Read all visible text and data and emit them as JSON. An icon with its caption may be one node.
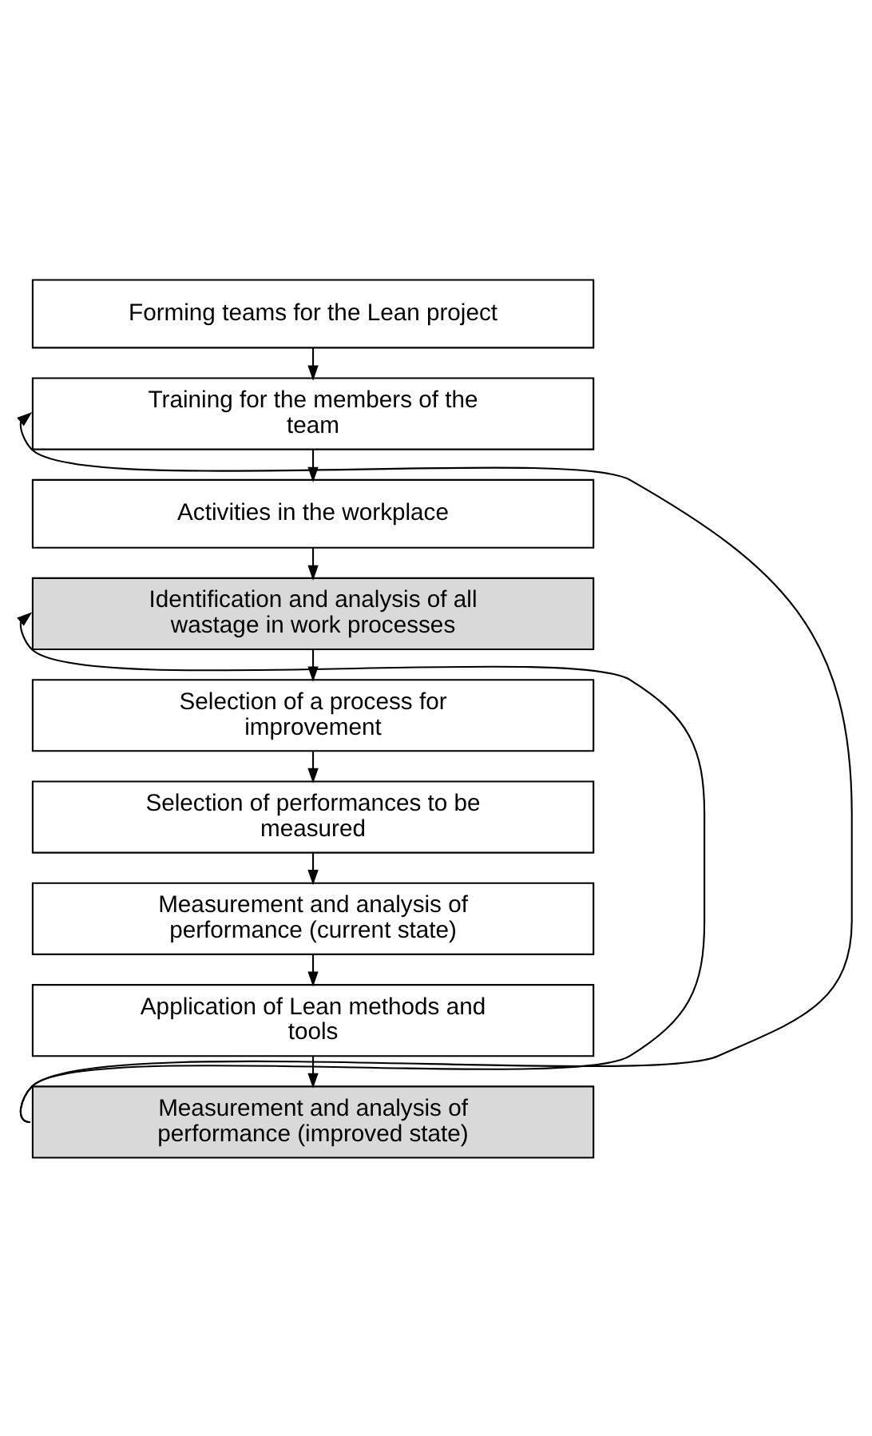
{
  "diagram": {
    "nodes": [
      {
        "text": [
          "Forming teams for the Lean project"
        ]
      },
      {
        "text": [
          "Training for the members of the team"
        ]
      },
      {
        "text": [
          "Activities in the workplace"
        ]
      },
      {
        "text": [
          "Identification and analysis of all wastage in work processes"
        ]
      },
      {
        "text": [
          "Selection of a process for improvement"
        ]
      },
      {
        "text": [
          "Selection of performances to be measured"
        ]
      },
      {
        "text": [
          "Measurement and analysis of performance (current state)"
        ]
      },
      {
        "text": [
          "Application of Lean methods and tools"
        ]
      },
      {
        "text": [
          "Measurement and analysis of performance (improved state)"
        ]
      }
    ],
    "edges": [
      {
        "from": 0,
        "to": 1,
        "arrow": "to"
      },
      {
        "from": 1,
        "to": 2,
        "arrow": "to"
      },
      {
        "from": 2,
        "to": 3,
        "arrow": "to"
      },
      {
        "from": 3,
        "to": 4,
        "arrow": "to"
      },
      {
        "from": 4,
        "to": 5,
        "arrow": "to"
      },
      {
        "from": 5,
        "to": 6,
        "arrow": "to"
      },
      {
        "from": 6,
        "to": 7,
        "arrow": "to"
      },
      {
        "from": 7,
        "to": 8,
        "arrow": "to"
      },
      {
        "from": 8,
        "to": 3,
        "arrow": "to"
      },
      {
        "from": 8,
        "to": 1,
        "arrow": "to"
      }
    ]
  }
}
